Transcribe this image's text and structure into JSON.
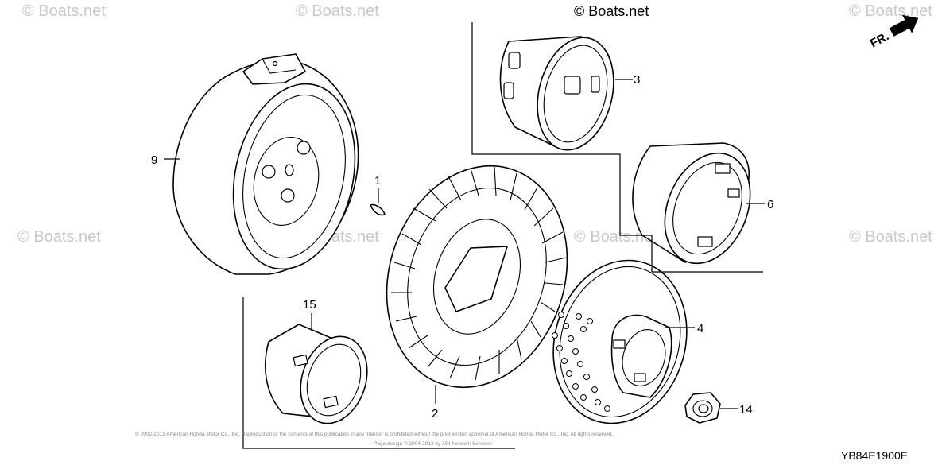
{
  "brand_watermark": "© Boats.net",
  "faded_watermarks": [
    "© Boats.net",
    "© Boats.net",
    "© Boats.net",
    "© Boats.net",
    "© Boats.net",
    "© Boats.net",
    "© Boats.net"
  ],
  "front_indicator": "FR.",
  "diagram_code": "YB84E1900E",
  "copyright_lines": [
    "© 2002-2013 American Honda Motor Co., Inc. Reproduction of the contents of this publication in any manner is prohibited without the prior written approval of American Honda Motor Co., Inc. All rights reserved.",
    "Page design © 2004-2013 by ARI Network Services"
  ],
  "callouts": [
    {
      "id": "1",
      "label": "1"
    },
    {
      "id": "2",
      "label": "2"
    },
    {
      "id": "3",
      "label": "3"
    },
    {
      "id": "4",
      "label": "4"
    },
    {
      "id": "6",
      "label": "6"
    },
    {
      "id": "9",
      "label": "9"
    },
    {
      "id": "14",
      "label": "14"
    },
    {
      "id": "15",
      "label": "15"
    }
  ]
}
